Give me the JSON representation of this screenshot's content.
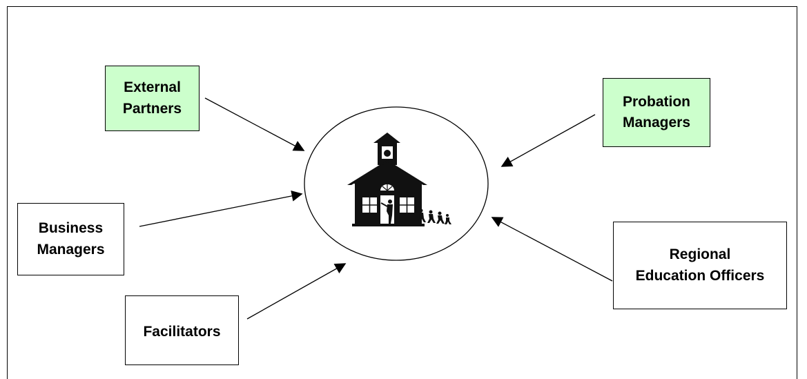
{
  "diagram": {
    "center": {
      "icon": "schoolhouse-icon"
    },
    "nodes": [
      {
        "id": "external-partners",
        "label": "External\nPartners",
        "fill": "#ccffcc"
      },
      {
        "id": "probation-managers",
        "label": "Probation\nManagers",
        "fill": "#ccffcc"
      },
      {
        "id": "business-managers",
        "label": "Business\nManagers",
        "fill": "#ffffff"
      },
      {
        "id": "regional-officers",
        "label": "Regional\nEducation Officers",
        "fill": "#ffffff"
      },
      {
        "id": "facilitators",
        "label": "Facilitators",
        "fill": "#ffffff"
      }
    ],
    "edges": [
      {
        "from": "external-partners",
        "to": "center"
      },
      {
        "from": "probation-managers",
        "to": "center"
      },
      {
        "from": "business-managers",
        "to": "center"
      },
      {
        "from": "regional-officers",
        "to": "center"
      },
      {
        "from": "facilitators",
        "to": "center"
      }
    ]
  }
}
